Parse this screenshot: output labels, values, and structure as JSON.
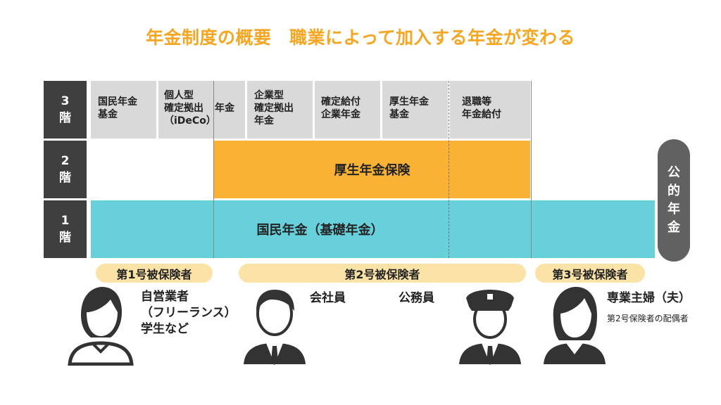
{
  "title": "年金制度の概要　職業によって加入する年金が変わる",
  "floors": [
    {
      "num": "3",
      "kai": "階"
    },
    {
      "num": "2",
      "kai": "階"
    },
    {
      "num": "1",
      "kai": "階"
    }
  ],
  "tier3": {
    "kokumin_kikin": "国民年金\n基金",
    "ideco": "個人型\n確定拠出\n（iDeCo）",
    "nenkin_suffix": "年金",
    "kigyo_dc": "企業型\n確定拠出\n年金",
    "db": "確定給付\n企業年金",
    "kosei_kikin": "厚生年金\n基金",
    "taishoku": "退職等\n年金給付"
  },
  "tier2": {
    "label": "厚生年金保険"
  },
  "tier1": {
    "label": "国民年金（基礎年金）"
  },
  "public_pension": "公\n的\n年\n金",
  "insured": {
    "first": "第1号被保険者",
    "second": "第2号被保険者",
    "third": "第3号被保険者"
  },
  "people": {
    "self_employed": "自営業者\n（フリーランス）\n学生など",
    "employee": "会社員",
    "civil_servant": "公務員",
    "homemaker": "専業主婦（夫）",
    "homemaker_note": "第2号保険者の配偶者"
  },
  "colors": {
    "title": "#f5a623",
    "tier2": "#f9b233",
    "tier1": "#67d0db",
    "tier3": "#d9d9d9",
    "pill": "#fbe3a8"
  }
}
